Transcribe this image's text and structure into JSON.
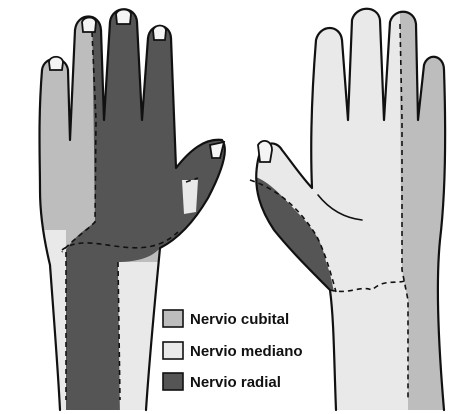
{
  "colors": {
    "cubital": "#bdbdbd",
    "mediano": "#e9e9e9",
    "radial": "#555555",
    "outline": "#111111",
    "background": "#ffffff"
  },
  "legend": {
    "items": [
      {
        "key": "cubital",
        "label": "Nervio cubital"
      },
      {
        "key": "mediano",
        "label": "Nervio mediano"
      },
      {
        "key": "radial",
        "label": "Nervio radial"
      }
    ]
  }
}
